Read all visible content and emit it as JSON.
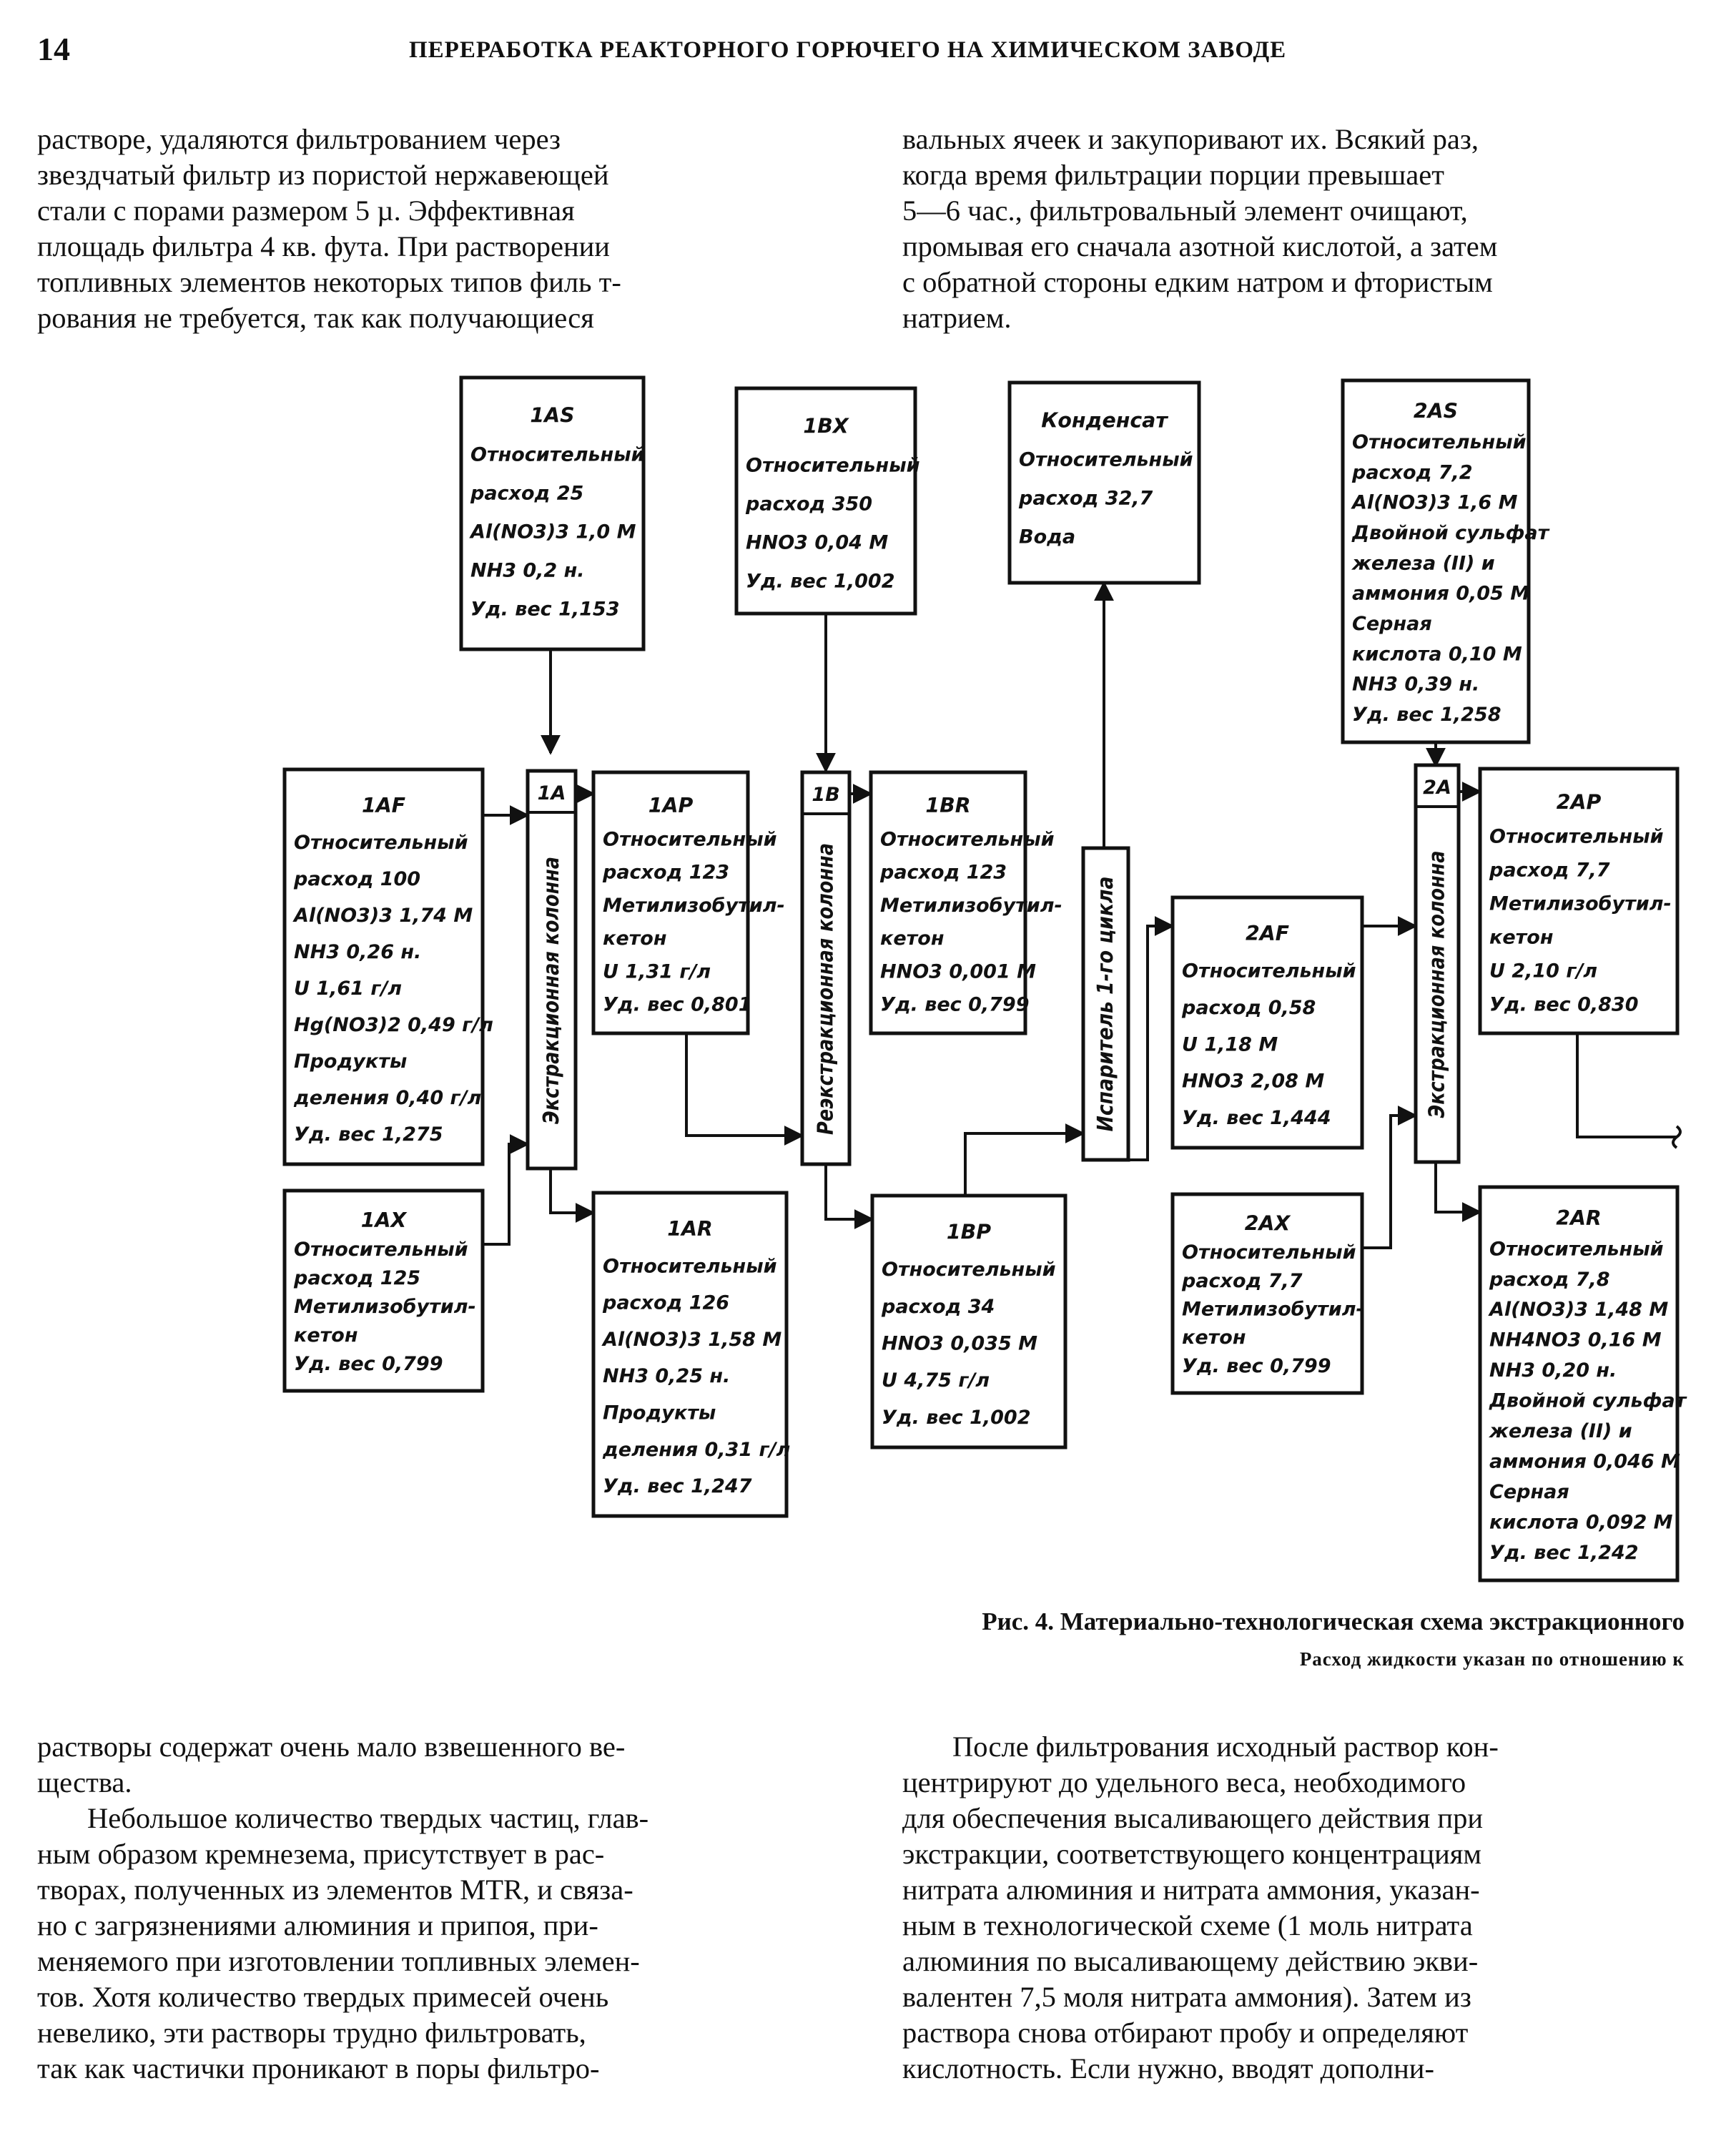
{
  "header": {
    "page_number": "14",
    "running_title": "ПЕРЕРАБОТКА РЕАКТОРНОГО ГОРЮЧЕГО НА ХИМИЧЕСКОМ ЗАВОДЕ"
  },
  "top_left_lines": [
    "растворе, удаляются фильтрованием через",
    "звездчатый фильтр из пористой нержавеющей",
    "стали с порами размером 5 µ. Эффективная",
    "площадь фильтра 4 кв. фута. При растворении",
    "топливных элементов некоторых типов филь т-",
    "рования не требуется, так как получающиеся"
  ],
  "top_right_lines": [
    "вальных ячеек и закупоривают их. Всякий раз,",
    "когда время фильтрации порции превышает",
    "5—6 час., фильтровальный элемент очищают,",
    "промывая его сначала азотной кислотой, а затем",
    "с обратной стороны едким натром и фтористым",
    "натрием."
  ],
  "figure": {
    "boxes": [
      {
        "id": "1AS",
        "lines": [
          "1AS",
          "Относительный",
          "расход 25",
          "Al(NO3)3 1,0 М",
          "NH3 0,2 н.",
          "Уд. вес 1,153"
        ]
      },
      {
        "id": "1BX",
        "lines": [
          "1BX",
          "Относительный",
          "расход 350",
          "HNO3 0,04 М",
          "Уд. вес 1,002"
        ]
      },
      {
        "id": "Kond",
        "lines": [
          "Конденсат",
          "Относительный",
          "расход 32,7",
          "Вода"
        ]
      },
      {
        "id": "2AS",
        "lines": [
          "2AS",
          "Относительный",
          "расход 7,2",
          "Al(NO3)3 1,6 М",
          "Двойной сульфат",
          "железа (II) и",
          "аммония 0,05 М",
          "Серная",
          "кислота 0,10 М",
          "NH3 0,39 н.",
          "Уд. вес 1,258"
        ]
      },
      {
        "id": "1AF",
        "lines": [
          "1AF",
          "Относительный",
          "расход 100",
          "Al(NO3)3 1,74 М",
          "NH3 0,26 н.",
          "U 1,61 г/л",
          "Hg(NO3)2 0,49 г/л",
          "Продукты",
          "деления 0,40 г/л",
          "Уд. вес 1,275"
        ]
      },
      {
        "id": "1AP",
        "lines": [
          "1AP",
          "Относительный",
          "расход 123",
          "Метилизобутил-",
          "кетон",
          "U 1,31 г/л",
          "Уд. вес 0,801"
        ]
      },
      {
        "id": "1BR",
        "lines": [
          "1BR",
          "Относительный",
          "расход 123",
          "Метилизобутил-",
          "кетон",
          "HNO3 0,001 М",
          "Уд. вес 0,799"
        ]
      },
      {
        "id": "2AF",
        "lines": [
          "2AF",
          "Относительный",
          "расход 0,58",
          "U 1,18 М",
          "HNO3 2,08 М",
          "Уд. вес 1,444"
        ]
      },
      {
        "id": "2AP",
        "lines": [
          "2AP",
          "Относительный",
          "расход 7,7",
          "Метилизобутил-",
          "кетон",
          "U 2,10 г/л",
          "Уд. вес 0,830"
        ]
      },
      {
        "id": "1AX",
        "lines": [
          "1AX",
          "Относительный",
          "расход 125",
          "Метилизобутил-",
          "кетон",
          "Уд. вес 0,799"
        ]
      },
      {
        "id": "1AR",
        "lines": [
          "1AR",
          "Относительный",
          "расход 126",
          "Al(NO3)3 1,58 М",
          "NH3 0,25 н.",
          "Продукты",
          "деления 0,31 г/л",
          "Уд. вес 1,247"
        ]
      },
      {
        "id": "1BP",
        "lines": [
          "1BP",
          "Относительный",
          "расход 34",
          "HNO3 0,035 М",
          "U 4,75 г/л",
          "Уд. вес 1,002"
        ]
      },
      {
        "id": "2AX",
        "lines": [
          "2AX",
          "Относительный",
          "расход 7,7",
          "Метилизобутил-",
          "кетон",
          "Уд. вес 0,799"
        ]
      },
      {
        "id": "2AR",
        "lines": [
          "2AR",
          "Относительный",
          "расход 7,8",
          "Al(NO3)3 1,48 М",
          "NH4NO3 0,16 М",
          "NH3 0,20 н.",
          "Двойной сульфат",
          "железа (II) и",
          "аммония 0,046 М",
          "Серная",
          "кислота 0,092 М",
          "Уд. вес 1,242"
        ]
      }
    ],
    "columns": [
      {
        "id": "1A",
        "tag": "1A",
        "label": "Экстракционная колонна"
      },
      {
        "id": "1B",
        "tag": "1B",
        "label": "Реэкстракционная колонна"
      },
      {
        "id": "EV",
        "tag": "",
        "label": "Испаритель 1-го цикла"
      },
      {
        "id": "2A",
        "tag": "2A",
        "label": "Экстракционная колонна"
      }
    ]
  },
  "caption_line1": "Рис. 4. Материально-технологическая схема экстракционного",
  "caption_line2": "Расход жидкости указан по отношению к",
  "bottom_left_lines": [
    "растворы содержат очень мало взвешенного ве-",
    "щества.",
    "Небольшое количество твердых частиц, глав-",
    "ным образом кремнезема, присутствует в рас-",
    "творах, полученных из элементов MTR, и связа-",
    "но с загрязнениями алюминия и припоя, при-",
    "меняемого при изготовлении топливных элемен-",
    "тов. Хотя количество твердых примесей очень",
    "невелико, эти растворы трудно фильтровать,",
    "так как частички проникают в поры фильтро-"
  ],
  "bottom_right_lines": [
    "После фильтрования исходный раствор кон-",
    "центрируют до удельного веса, необходимого",
    "для обеспечения высаливающего действия при",
    "экстракции, соответствующего концентрациям",
    "нитрата алюминия и нитрата аммония, указан-",
    "ным в технологической схеме (1 моль нитрата",
    "алюминия по высаливающему действию экви-",
    "валентен 7,5 моля нитрата аммония). Затем из",
    "раствора снова отбирают пробу и определяют",
    "кислотность. Если нужно, вводят дополни-"
  ]
}
